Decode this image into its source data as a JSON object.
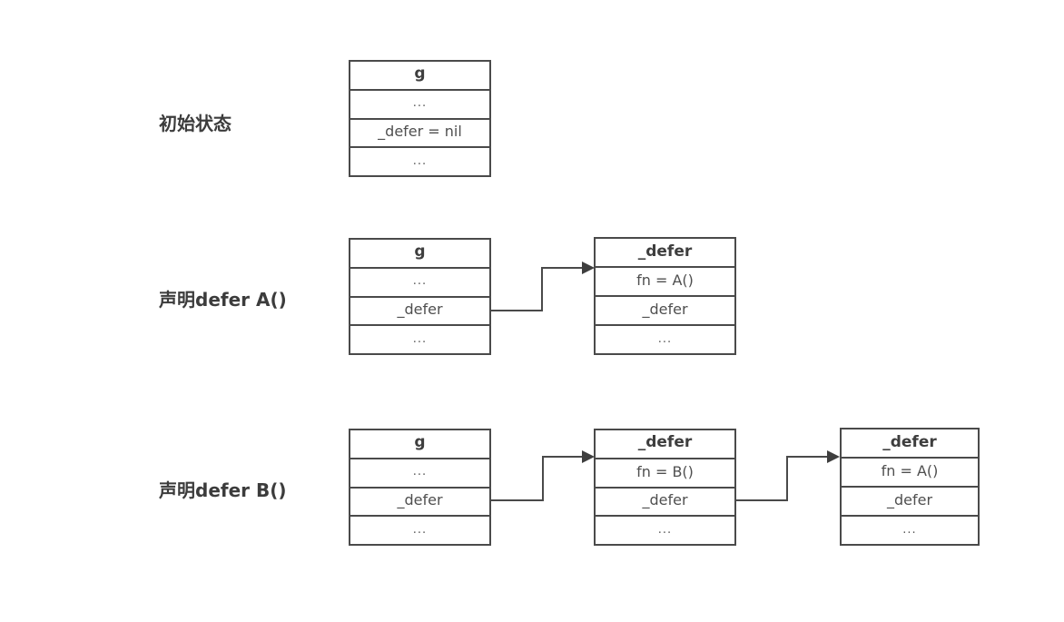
{
  "diagram": {
    "description": "Go defer linked-list state diagram",
    "rows": [
      {
        "label": "初始状态",
        "tables": [
          {
            "header": "g",
            "cells": [
              "...",
              "_defer = nil",
              "..."
            ]
          }
        ],
        "arrows": []
      },
      {
        "label": "声明defer A()",
        "tables": [
          {
            "header": "g",
            "cells": [
              "...",
              "_defer",
              "..."
            ]
          },
          {
            "header": "_defer",
            "cells": [
              "fn = A()",
              "_defer",
              "..."
            ]
          }
        ],
        "arrows": [
          {
            "from": "g._defer",
            "to": "_defer(fn=A)"
          }
        ]
      },
      {
        "label": "声明defer B()",
        "tables": [
          {
            "header": "g",
            "cells": [
              "...",
              "_defer",
              "..."
            ]
          },
          {
            "header": "_defer",
            "cells": [
              "fn = B()",
              "_defer",
              "..."
            ]
          },
          {
            "header": "_defer",
            "cells": [
              "fn = A()",
              "_defer",
              "..."
            ]
          }
        ],
        "arrows": [
          {
            "from": "g._defer",
            "to": "_defer(fn=B)"
          },
          {
            "from": "_defer(fn=B)._defer",
            "to": "_defer(fn=A)"
          }
        ]
      }
    ],
    "colors": {
      "border": "#4a4a4a",
      "cell_text": "#4f4f4f",
      "label_text": "#3c3c3c",
      "arrow": "#4a4a4a",
      "background": "#ffffff"
    }
  }
}
